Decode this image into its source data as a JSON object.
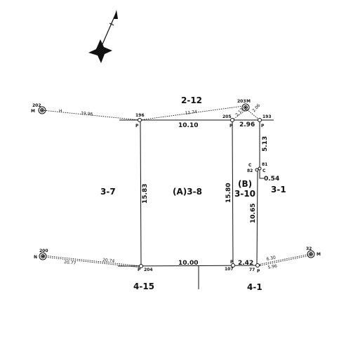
{
  "lots": {
    "north": "2-12",
    "west": "3-7",
    "main": "(A)3-8",
    "sub_label": "(B)",
    "sub_number": "3-10",
    "east": "3-1",
    "southwest": "4-15",
    "southeast": "4-1"
  },
  "dimensions": {
    "north_main": "10.10",
    "north_strip": "2.96",
    "west_side": "15.83",
    "inner_side": "15.80",
    "south_main": "10.00",
    "south_strip": "2.42",
    "east_upper": "5.13",
    "east_offset": "0.54",
    "east_lower": "10.65"
  },
  "ties": {
    "nw_202": "19.96",
    "n_203": "11.74",
    "nne_a": "2.13",
    "nne_b": "2.06",
    "sw_200_a": "20.74",
    "sw_200_b": "20.77",
    "se_32_a": "6.30",
    "se_32_b": "5.96"
  },
  "points": {
    "p202": "202",
    "p202_mark": "M",
    "p203": "203",
    "p203_mark": "M",
    "p196": "196",
    "p205": "205",
    "p193": "193",
    "p81": "81",
    "p82": "82",
    "c_left": "C",
    "c_right": "C",
    "p200": "200",
    "p200_mark": "N",
    "p204": "204",
    "p107": "107",
    "p77": "77",
    "p32": "32",
    "p32_mark": "M",
    "p_mark": "P",
    "p_mark_205": "P",
    "p_mark_193": "P",
    "p_mark_204": "P",
    "p_mark_107": "P",
    "p_mark_77": "P",
    "tick_mark": "H"
  }
}
